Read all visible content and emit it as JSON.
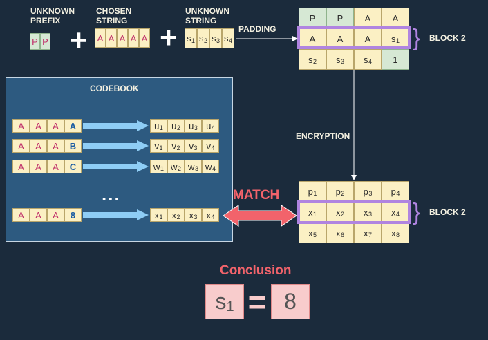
{
  "headers": {
    "unknown_prefix": "UNKNOWN\nPREFIX",
    "chosen_string": "CHOSEN\nSTRING",
    "unknown_string": "UNKNOWN\nSTRING"
  },
  "prefix_cells": [
    "P",
    "P"
  ],
  "chosen_cells": [
    "A",
    "A",
    "A",
    "A",
    "A"
  ],
  "unknown_cells": [
    [
      "s",
      "1"
    ],
    [
      "s",
      "2"
    ],
    [
      "s",
      "3"
    ],
    [
      "s",
      "4"
    ]
  ],
  "labels": {
    "padding": "PADDING",
    "encryption": "ENCRYPTION",
    "block2_top": "BLOCK 2",
    "block2_bottom": "BLOCK 2",
    "codebook": "CODEBOOK",
    "ellipsis": "...",
    "match": "MATCH",
    "conclusion": "Conclusion"
  },
  "plaintext_blocks": [
    [
      [
        "P",
        ""
      ],
      [
        "P",
        ""
      ],
      [
        "A",
        ""
      ],
      [
        "A",
        ""
      ]
    ],
    [
      [
        "A",
        ""
      ],
      [
        "A",
        ""
      ],
      [
        "A",
        ""
      ],
      [
        "s",
        "1"
      ]
    ],
    [
      [
        "s",
        "2"
      ],
      [
        "s",
        "3"
      ],
      [
        "s",
        "4"
      ],
      [
        "1",
        ""
      ]
    ]
  ],
  "ciphertext_blocks": [
    [
      [
        "p",
        "1"
      ],
      [
        "p",
        "2"
      ],
      [
        "p",
        "3"
      ],
      [
        "p",
        "4"
      ]
    ],
    [
      [
        "x",
        "1"
      ],
      [
        "x",
        "2"
      ],
      [
        "x",
        "3"
      ],
      [
        "x",
        "4"
      ]
    ],
    [
      [
        "x",
        "5"
      ],
      [
        "x",
        "6"
      ],
      [
        "x",
        "7"
      ],
      [
        "x",
        "8"
      ]
    ]
  ],
  "codebook_rows": [
    {
      "input": [
        "A",
        "A",
        "A",
        "A"
      ],
      "output": [
        [
          "u",
          "1"
        ],
        [
          "u",
          "2"
        ],
        [
          "u",
          "3"
        ],
        [
          "u",
          "4"
        ]
      ]
    },
    {
      "input": [
        "A",
        "A",
        "A",
        "B"
      ],
      "output": [
        [
          "v",
          "1"
        ],
        [
          "v",
          "2"
        ],
        [
          "v",
          "3"
        ],
        [
          "v",
          "4"
        ]
      ]
    },
    {
      "input": [
        "A",
        "A",
        "A",
        "C"
      ],
      "output": [
        [
          "w",
          "1"
        ],
        [
          "w",
          "2"
        ],
        [
          "w",
          "3"
        ],
        [
          "w",
          "4"
        ]
      ]
    },
    {
      "input": [
        "A",
        "A",
        "A",
        "8"
      ],
      "output": [
        [
          "x",
          "1"
        ],
        [
          "x",
          "2"
        ],
        [
          "x",
          "3"
        ],
        [
          "x",
          "4"
        ]
      ]
    }
  ],
  "conclusion_eq": {
    "left_base": "s",
    "left_sub": "1",
    "equals": "=",
    "right": "8"
  },
  "colors": {
    "background": "#1b2b3c",
    "codebook_bg": "#2d5a80",
    "cell_fill": "#fbf0c4",
    "cell_green": "#d6e8d4",
    "highlight": "#b084e0",
    "arrow_blue": "#8ecdf5",
    "match_red": "#f2636b"
  }
}
